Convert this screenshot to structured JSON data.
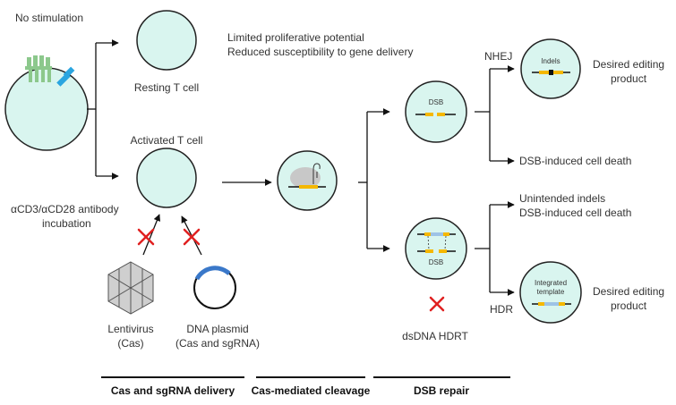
{
  "colors": {
    "cell_fill": "#d9f5ef",
    "cell_stroke": "#222222",
    "dna_yellow": "#f5b800",
    "template_blue": "#9ec3e6",
    "cross_red": "#e02020",
    "plasmid_blue": "#3a78c9",
    "receptor_green": "#8cc88c",
    "antibody_blue": "#2aa5e0",
    "virus_gray": "#cfcfcf"
  },
  "labels": {
    "no_stimulation": "No stimulation",
    "resting_t_cell": "Resting T cell",
    "limited_line1": "Limited proliferative potential",
    "limited_line2": "Reduced susceptibility to gene delivery",
    "activated_t_cell": "Activated T cell",
    "antibody_line1": "αCD3/αCD28 antibody",
    "antibody_line2": "incubation",
    "lentivirus_line1": "Lentivirus",
    "lentivirus_line2": "(Cas)",
    "plasmid_line1": "DNA plasmid",
    "plasmid_line2": "(Cas and sgRNA)",
    "dsb_top": "DSB",
    "dsb_bottom": "DSB",
    "nhej": "NHEJ",
    "hdr": "HDR",
    "indels": "Indels",
    "integrated_line1": "Integrated",
    "integrated_line2": "template",
    "desired_top_line1": "Desired editing",
    "desired_top_line2": "product",
    "dsb_cell_death": "DSB-induced cell death",
    "unintended_line1": "Unintended indels",
    "unintended_line2": "DSB-induced cell death",
    "desired_bottom_line1": "Desired editing",
    "desired_bottom_line2": "product",
    "dsdna_hdrt": "dsDNA HDRT"
  },
  "stages": [
    {
      "label": "Cas and sgRNA delivery"
    },
    {
      "label": "Cas-mediated cleavage"
    },
    {
      "label": "DSB repair"
    }
  ],
  "icons": [
    "receptor-icon",
    "antibody-icon",
    "cas-complex-icon",
    "virus-icon",
    "plasmid-icon",
    "red-cross-icon"
  ]
}
